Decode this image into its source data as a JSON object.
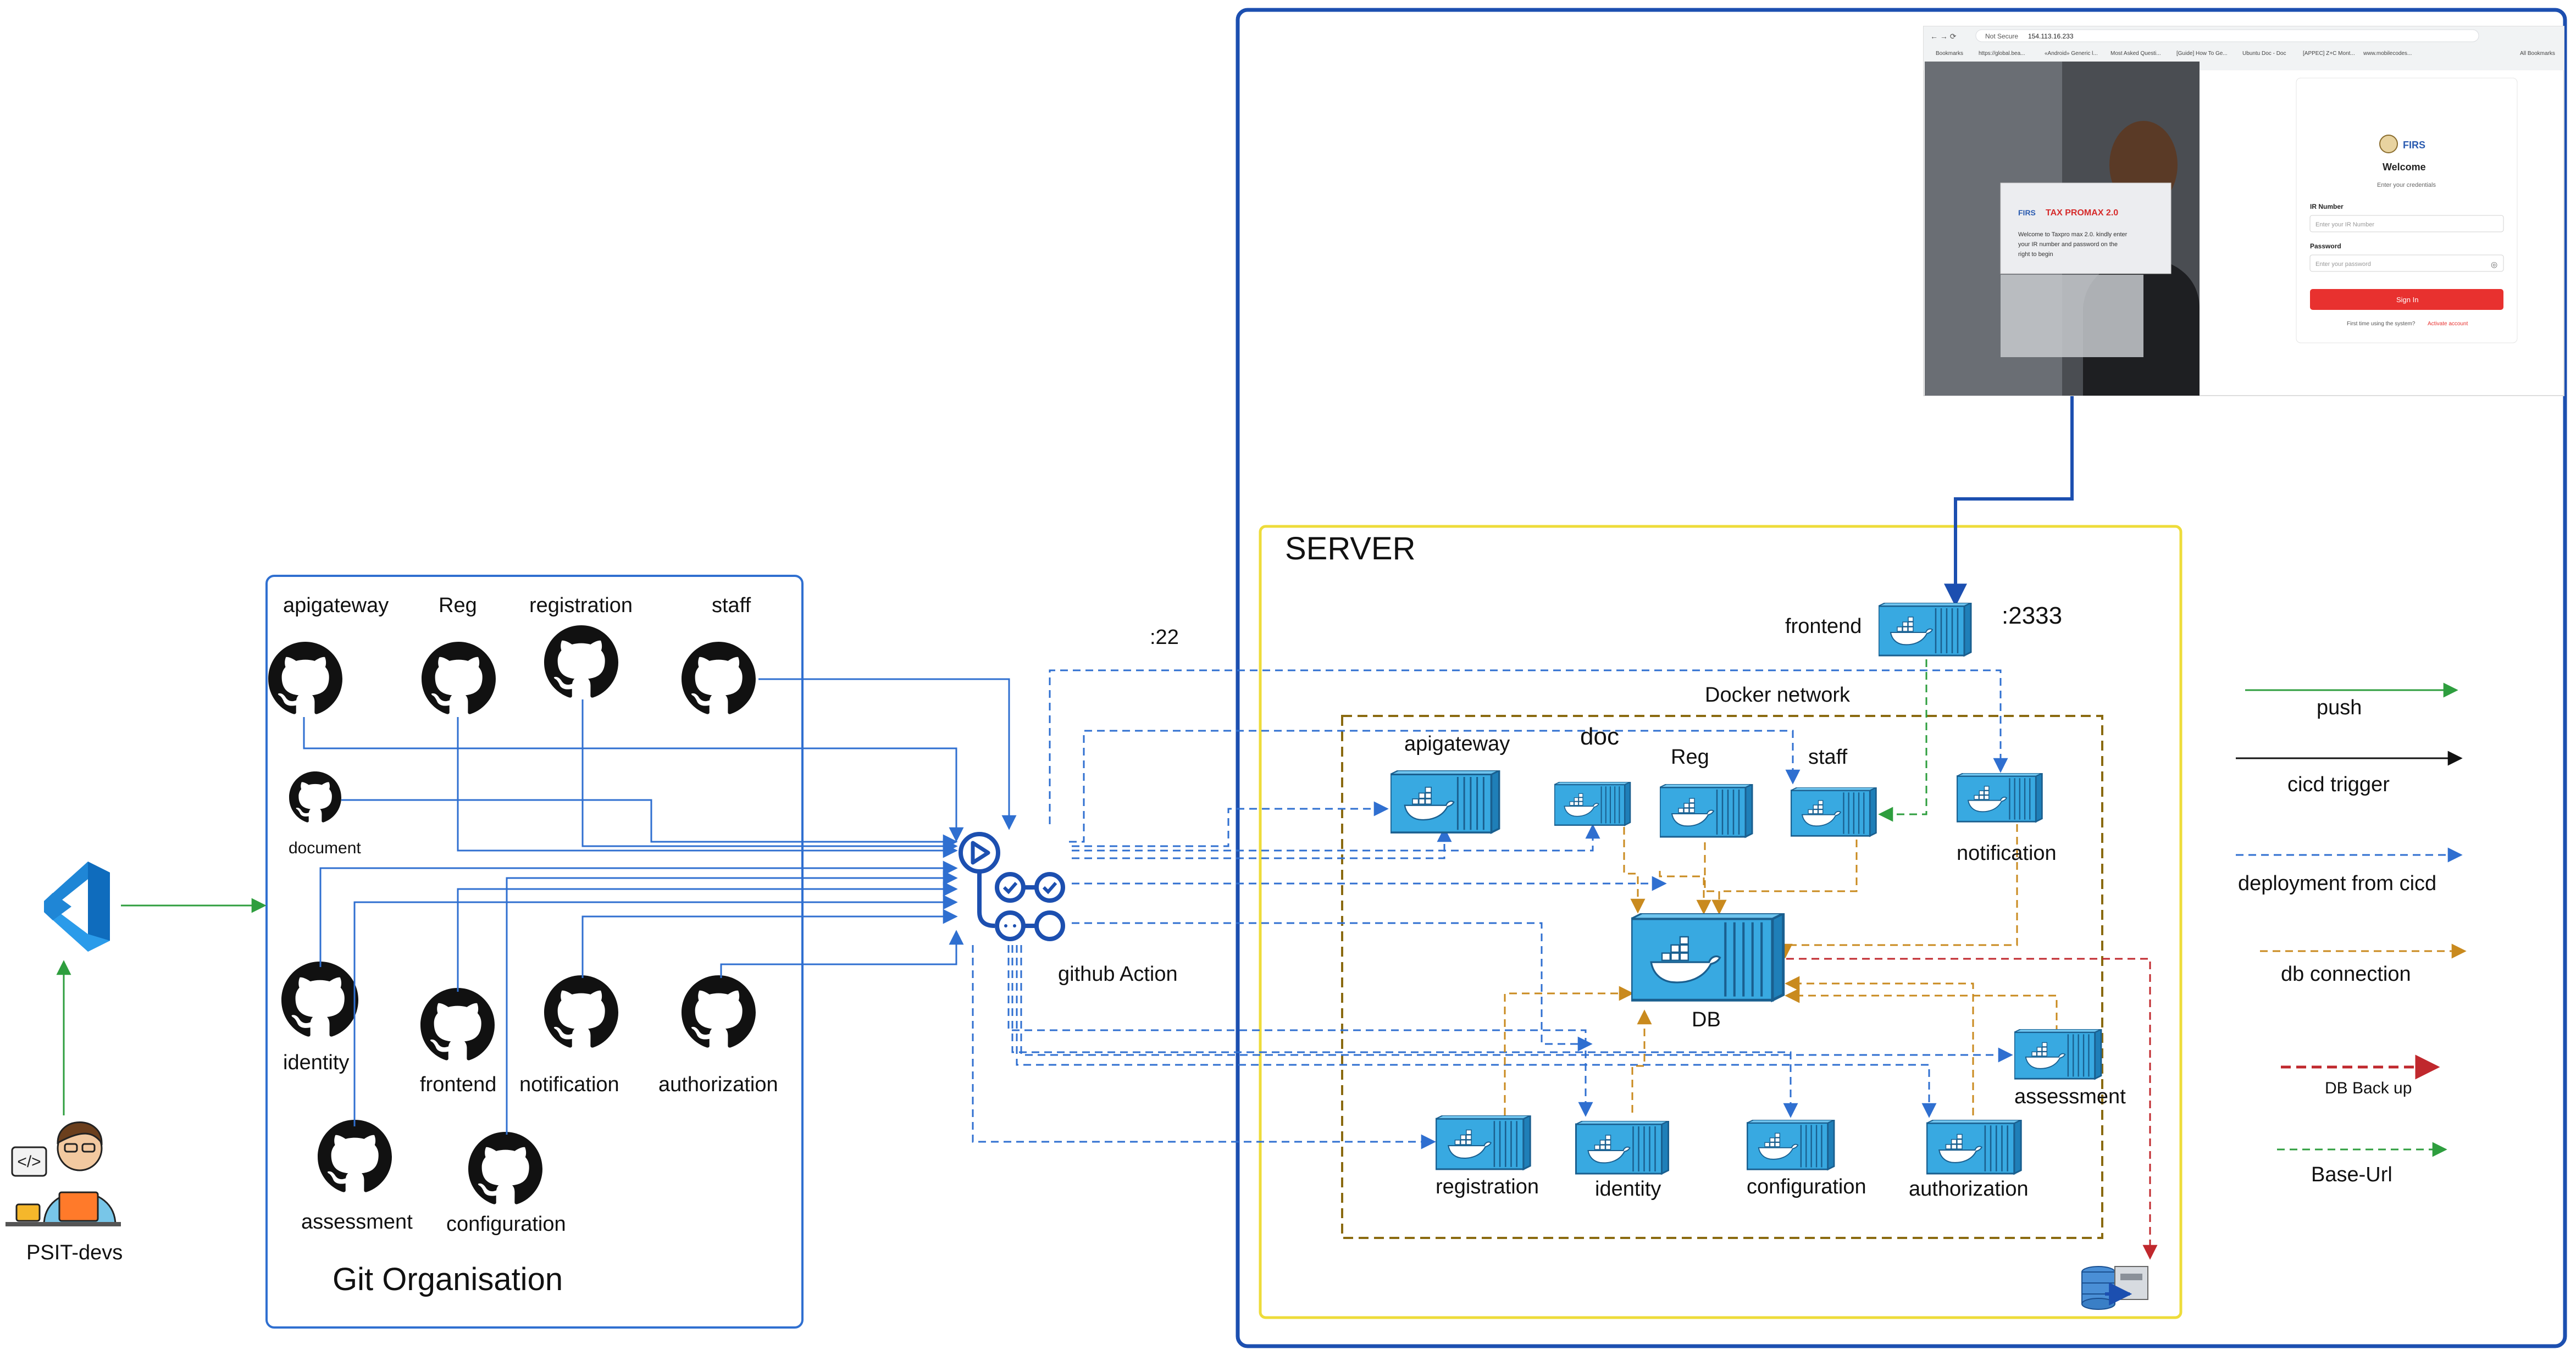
{
  "devs": {
    "label": "PSIT-devs"
  },
  "git_org": {
    "title": "Git Organisation",
    "repos": [
      {
        "key": "apigateway",
        "label": "apigateway"
      },
      {
        "key": "reg",
        "label": "Reg"
      },
      {
        "key": "registration",
        "label": "registration"
      },
      {
        "key": "staff",
        "label": "staff"
      },
      {
        "key": "document",
        "label": "document"
      },
      {
        "key": "identity",
        "label": "identity"
      },
      {
        "key": "frontend",
        "label": "frontend"
      },
      {
        "key": "notification",
        "label": "notification"
      },
      {
        "key": "authorization",
        "label": "authorization"
      },
      {
        "key": "assessment",
        "label": "assessment"
      },
      {
        "key": "configuration",
        "label": "configuration"
      }
    ]
  },
  "github_action": {
    "label": "github Action",
    "port": ":22"
  },
  "server": {
    "title": "SERVER",
    "frontend_label": "frontend",
    "frontend_port": ":2333",
    "network_label": "Docker network",
    "doc_label": "doc",
    "containers": [
      {
        "key": "apigateway",
        "label": "apigateway"
      },
      {
        "key": "reg",
        "label": "Reg"
      },
      {
        "key": "staff",
        "label": "staff"
      },
      {
        "key": "notification",
        "label": "notification"
      },
      {
        "key": "db",
        "label": "DB"
      },
      {
        "key": "assessment",
        "label": "assessment"
      },
      {
        "key": "registration",
        "label": "registration"
      },
      {
        "key": "identity",
        "label": "identity"
      },
      {
        "key": "configuration",
        "label": "configuration"
      },
      {
        "key": "authorization",
        "label": "authorization"
      }
    ]
  },
  "legend": {
    "items": [
      {
        "label": "push",
        "color": "#2e9e3e",
        "style": "solid"
      },
      {
        "label": "cicd trigger",
        "color": "#111111",
        "style": "solid"
      },
      {
        "label": "deployment from cicd",
        "color": "#2f6fd0",
        "style": "dashed"
      },
      {
        "label": "db connection",
        "color": "#c98a1e",
        "style": "dashed"
      },
      {
        "label": "DB Back up",
        "color": "#c0282d",
        "style": "dashed"
      },
      {
        "label": "Base-Url",
        "color": "#2e9e3e",
        "style": "dashed"
      }
    ]
  },
  "screenshot": {
    "browser_warning": "Not Secure",
    "address": "154.113.16.233",
    "bookmarks": [
      "Bookmarks",
      "https://global.bea...",
      "«Android» Generic l...",
      "Most Asked Questi...",
      "[Guide] How To Ge...",
      "Ubuntu Doc - Doc",
      "[APPEC] Z+C Mont...",
      "www.mobilecodes...",
      "All Bookmarks"
    ],
    "card_logo": "FIRS",
    "card_title": "TAX PROMAX 2.0",
    "card_text_1": "Welcome to Taxpro max 2.0. kindly enter",
    "card_text_2": "your IR number and password on the",
    "card_text_3": "right to begin",
    "login_logo": "FIRS",
    "welcome": "Welcome",
    "subtitle": "Enter your credentials",
    "ir_label": "IR Number",
    "ir_placeholder": "Enter your IR Number",
    "password_label": "Password",
    "password_placeholder": "Enter your password",
    "signin": "Sign In",
    "first_time": "First time using the system?",
    "activate": "Activate account"
  }
}
